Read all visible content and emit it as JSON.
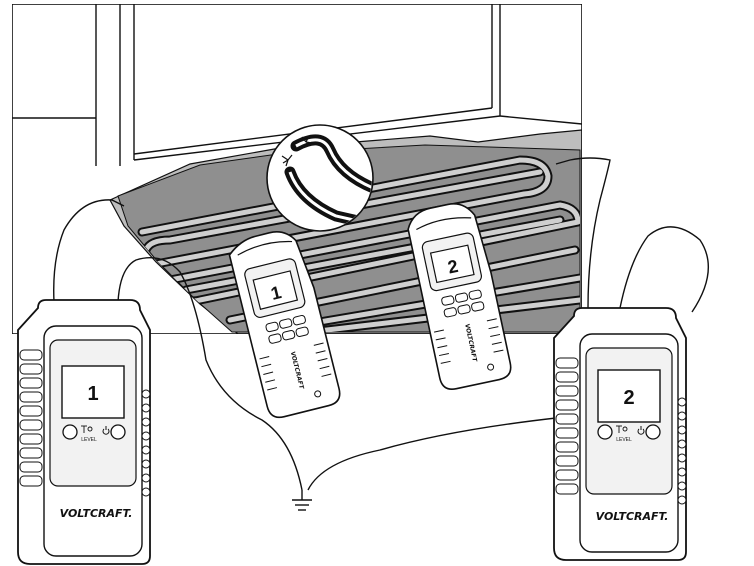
{
  "diagram": {
    "transmitter_left": {
      "display_number": "1",
      "level_label": "LEVEL",
      "brand": "VOLTCRAFT."
    },
    "transmitter_right": {
      "display_number": "2",
      "level_label": "LEVEL",
      "brand": "VOLTCRAFT."
    },
    "receiver_left": {
      "display_number": "1",
      "brand": "VOLTCRAFT"
    },
    "receiver_right": {
      "display_number": "2",
      "brand": "VOLTCRAFT"
    },
    "icons": {
      "signal": "signal-icon",
      "power": "power-icon",
      "ground": "ground-icon",
      "broken_cable": "broken-cable-icon"
    },
    "colors": {
      "line": "#111111",
      "floor": "#8f8f8f",
      "screed": "#bdbdbd",
      "device_fill": "#ffffff",
      "screen_fill": "#f2f2f2"
    }
  }
}
